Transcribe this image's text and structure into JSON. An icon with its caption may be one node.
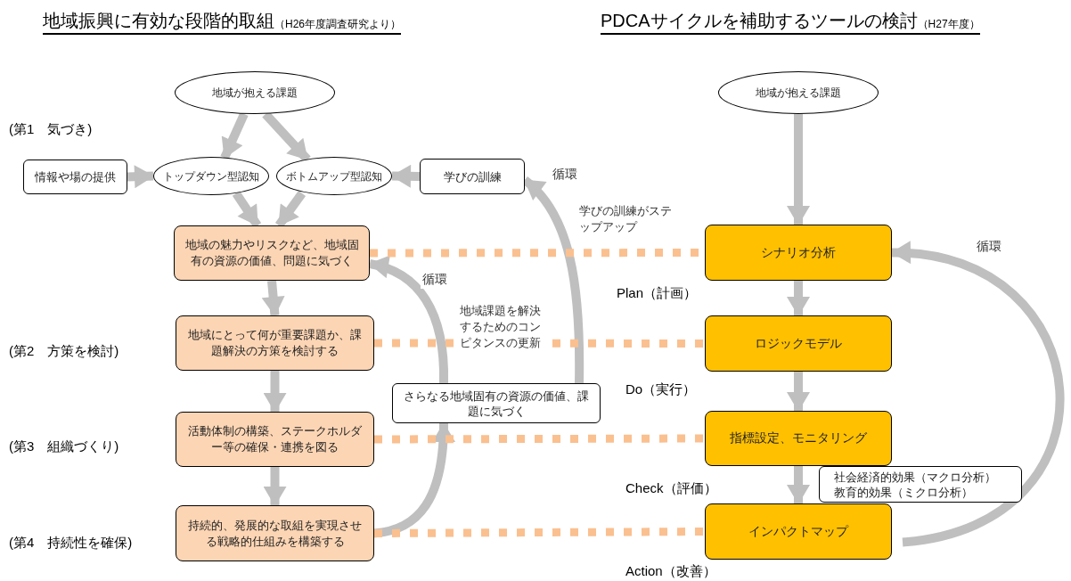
{
  "diagram": {
    "nodes": [
      {
        "text": [
          "地域が抱える課題"
        ]
      },
      {
        "text": [
          "情報や場の提供"
        ]
      },
      {
        "text": [
          "トップダウン型認知"
        ]
      },
      {
        "text": [
          "ボトムアップ型認知"
        ]
      },
      {
        "text": [
          "学びの訓練"
        ]
      },
      {
        "text": [
          "地域の魅力やリスクなど、地域固有の資源の価値、問題に気づく"
        ]
      },
      {
        "text": [
          "地域にとって何が重要課題か、課題解決の方策を検討する"
        ]
      },
      {
        "text": [
          "活動体制の構築、ステークホルダー等の確保・連携を図る"
        ]
      },
      {
        "text": [
          "持続的、発展的な取組を実現させる戦略的仕組みを構築する"
        ]
      },
      {
        "text": [
          "さらなる地域固有の資源の価値、課題に気づく"
        ]
      },
      {
        "text": [
          "地域が抱える課題"
        ]
      },
      {
        "text": [
          "シナリオ分析"
        ]
      },
      {
        "text": [
          "ロジックモデル"
        ]
      },
      {
        "text": [
          "指標設定、モニタリング"
        ]
      },
      {
        "text": [
          "社会経済的効果（マクロ分析）",
          "教育的効果（ミクロ分析）"
        ]
      },
      {
        "text": [
          "インパクトマップ"
        ]
      }
    ],
    "edges": [
      {
        "from": 0,
        "to": 2,
        "arrow": "to"
      },
      {
        "from": 0,
        "to": 3,
        "arrow": "to"
      },
      {
        "from": 1,
        "to": 2,
        "arrow": "to"
      },
      {
        "from": 4,
        "to": 3,
        "arrow": "to"
      },
      {
        "from": 2,
        "to": 5,
        "arrow": "to"
      },
      {
        "from": 3,
        "to": 5,
        "arrow": "to"
      },
      {
        "from": 5,
        "to": 6,
        "arrow": "to"
      },
      {
        "from": 6,
        "to": 7,
        "arrow": "to"
      },
      {
        "from": 7,
        "to": 8,
        "arrow": "to"
      },
      {
        "from": 8,
        "to": 9,
        "arrow": "to"
      },
      {
        "from": 9,
        "to": 5,
        "arrow": "to",
        "label": "循環"
      },
      {
        "from": 9,
        "to": 4,
        "arrow": "to",
        "label": "循環"
      },
      {
        "from": 10,
        "to": 11,
        "arrow": "to"
      },
      {
        "from": 11,
        "to": 12,
        "arrow": "to"
      },
      {
        "from": 12,
        "to": 13,
        "arrow": "to"
      },
      {
        "from": 13,
        "to": 15,
        "arrow": "to"
      },
      {
        "from": 15,
        "to": 11,
        "arrow": "to",
        "label": "循環"
      },
      {
        "from": 5,
        "to": 11,
        "arrow": "none",
        "style": "dashed",
        "color": "#fac090"
      },
      {
        "from": 6,
        "to": 12,
        "arrow": "none",
        "style": "dashed",
        "color": "#fac090"
      },
      {
        "from": 7,
        "to": 13,
        "arrow": "none",
        "style": "dashed",
        "color": "#fac090"
      },
      {
        "from": 8,
        "to": 15,
        "arrow": "none",
        "style": "dashed",
        "color": "#fac090"
      }
    ],
    "labels": [
      "地域振興に有効な段階的取組",
      "（H26年度調査研究より）",
      "PDCAサイクルを補助するツールの検討",
      "（H27年度）",
      "(第1　気づき)",
      "学びの訓練がステップアップ",
      "Plan（計画）",
      "地域課題を解決するためのコンピタンスの更新",
      "(第2　方策を検討)",
      "Do（実行）",
      "(第3　組織づくり)",
      "Check（評価）",
      "(第4　持続性を確保)",
      "Action（改善）"
    ]
  }
}
